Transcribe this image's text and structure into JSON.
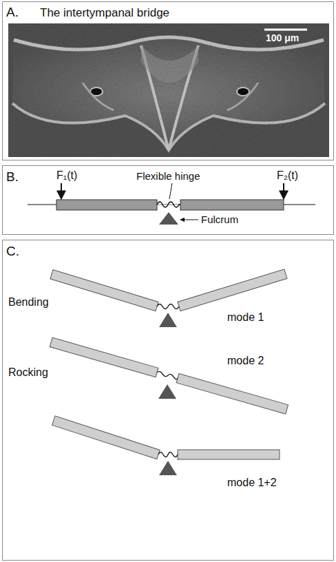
{
  "diagram": {
    "labels": [
      "A.",
      "The intertympanal bridge",
      "100 μm",
      "B.",
      "F₁(t)",
      "Flexible hinge",
      "F₂(t)",
      "Fulcrum",
      "C.",
      "Bending",
      "mode 1",
      "Rocking",
      "mode 2",
      "mode 1+2"
    ]
  }
}
